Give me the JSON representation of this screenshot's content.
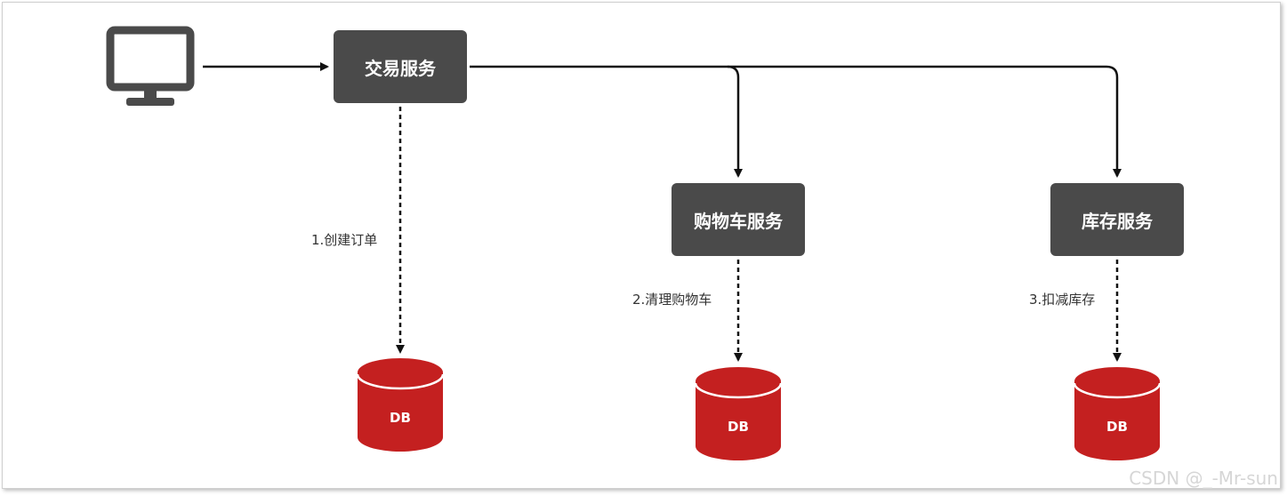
{
  "nodes": {
    "trade": {
      "label": "交易服务"
    },
    "cart": {
      "label": "购物车服务"
    },
    "inventory": {
      "label": "库存服务"
    }
  },
  "steps": {
    "create_order": "1.创建订单",
    "clear_cart": "2.清理购物车",
    "deduct_stock": "3.扣减库存"
  },
  "databases": {
    "trade_db": "DB",
    "cart_db": "DB",
    "inventory_db": "DB"
  },
  "icons": {
    "client": "monitor-icon"
  },
  "colors": {
    "service_box": "#4a4a4a",
    "database": "#c42020",
    "arrow": "#111111"
  },
  "watermark": "CSDN @_-Mr-sun"
}
